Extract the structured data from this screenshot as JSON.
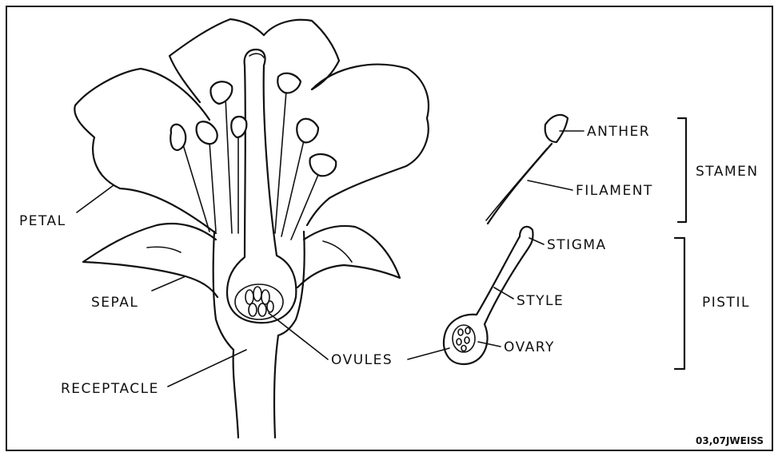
{
  "labels": {
    "petal": "PETAL",
    "sepal": "SEPAL",
    "receptacle": "RECEPTACLE",
    "ovules": "OVULES",
    "anther": "ANTHER",
    "filament": "FILAMENT",
    "stamen": "STAMEN",
    "stigma": "STIGMA",
    "style": "STYLE",
    "ovary": "OVARY",
    "pistil": "PISTIL"
  },
  "signature": "03,07JWEISS"
}
